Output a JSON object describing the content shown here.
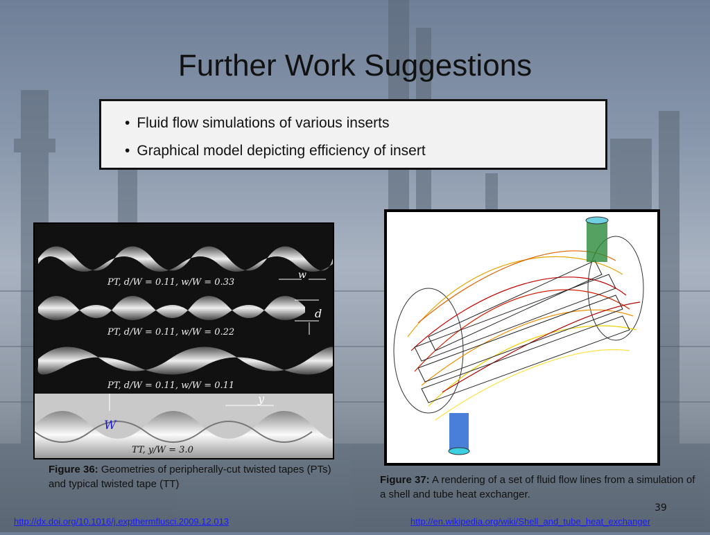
{
  "slide": {
    "title": "Further Work Suggestions",
    "bullets": [
      "Fluid flow simulations of various inserts",
      "Graphical model depicting efficiency of insert"
    ],
    "bullet_glyph": "•",
    "figure_left": {
      "labels": [
        "PT, d/W = 0.11, w/W = 0.33",
        "PT, d/W = 0.11, w/W = 0.22",
        "PT, d/W = 0.11, w/W = 0.11",
        "TT, y/W = 3.0"
      ],
      "dim_w": "w",
      "dim_d": "d",
      "dim_y": "y",
      "dim_W": "W",
      "caption_label": "Figure 36:",
      "caption_text": " Geometries of peripherally-cut twisted tapes (PTs) and typical twisted tape (TT)"
    },
    "figure_right": {
      "caption_label": "Figure 37:",
      "caption_text": " A rendering of a set of fluid flow lines from a simulation of a shell and tube heat exchanger."
    },
    "slide_number": "39",
    "links": {
      "left": "http://dx.doi.org/10.1016/j.expthermflusci.2009.12.013",
      "right": "http://en.wikipedia.org/wiki/Shell_and_tube_heat_exchanger"
    }
  },
  "colors": {
    "link": "#1a1aff",
    "box_bg": "#f2f2f2"
  }
}
